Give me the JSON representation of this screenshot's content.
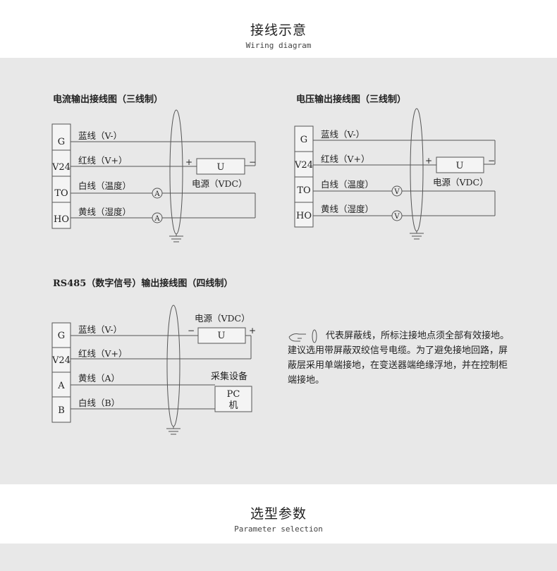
{
  "section1": {
    "title_zh": "接线示意",
    "title_en": "Wiring diagram"
  },
  "section2": {
    "title_zh": "选型参数",
    "title_en": "Parameter selection"
  },
  "diagram_current": {
    "title": "电流输出接线图（三线制）",
    "terminals": [
      "G",
      "V24",
      "TO",
      "HO"
    ],
    "wires": [
      "蓝线（V-）",
      "红线（V+）",
      "白线（温度）",
      "黄线（湿度）"
    ],
    "meter_symbol": "A",
    "supply_box": "U",
    "supply_label": "电源（VDC）",
    "plus": "+",
    "minus": "−"
  },
  "diagram_voltage": {
    "title": "电压输出接线图（三线制）",
    "terminals": [
      "G",
      "V24",
      "TO",
      "HO"
    ],
    "wires": [
      "蓝线（V-）",
      "红线（V+）",
      "白线（温度）",
      "黄线（湿度）"
    ],
    "meter_symbol": "V",
    "supply_box": "U",
    "supply_label": "电源（VDC）",
    "plus": "+",
    "minus": "−"
  },
  "diagram_rs485": {
    "title": "RS485（数字信号）输出接线图（四线制）",
    "terminals": [
      "G",
      "V24",
      "A",
      "B"
    ],
    "wires": [
      "蓝线（V-）",
      "红线（V+）",
      "黄线（A）",
      "白线（B）"
    ],
    "supply_box": "U",
    "supply_label": "电源（VDC）",
    "minus": "−",
    "plus": "+",
    "collector_label": "采集设备",
    "pc_line1": "PC",
    "pc_line2": "机"
  },
  "note": {
    "text": "代表屏蔽线，所标注接地点须全部有效接地。建议选用带屏蔽双绞信号电缆。为了避免接地回路，屏蔽层采用单端接地，在变送器端绝缘浮地，并在控制柜端接地。",
    "icons": [
      "pointing-hand-icon",
      "shield-ellipse-icon"
    ]
  }
}
